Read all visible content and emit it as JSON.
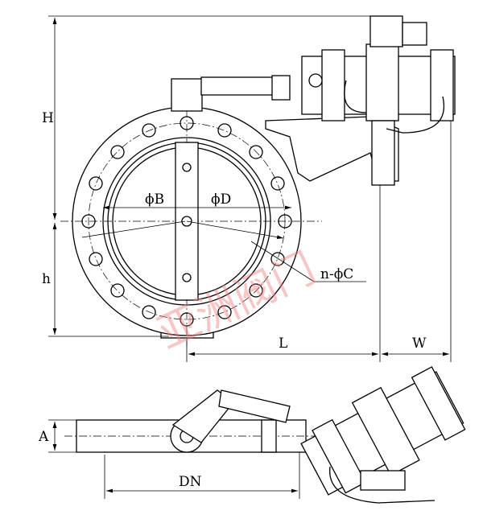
{
  "labels": {
    "H": "H",
    "h": "h",
    "phiB": "ϕB",
    "phiD": "ϕD",
    "nphiC": "n-ϕC",
    "L": "L",
    "W": "W",
    "A": "A",
    "DN": "DN"
  },
  "watermark": "亚洲阀门"
}
